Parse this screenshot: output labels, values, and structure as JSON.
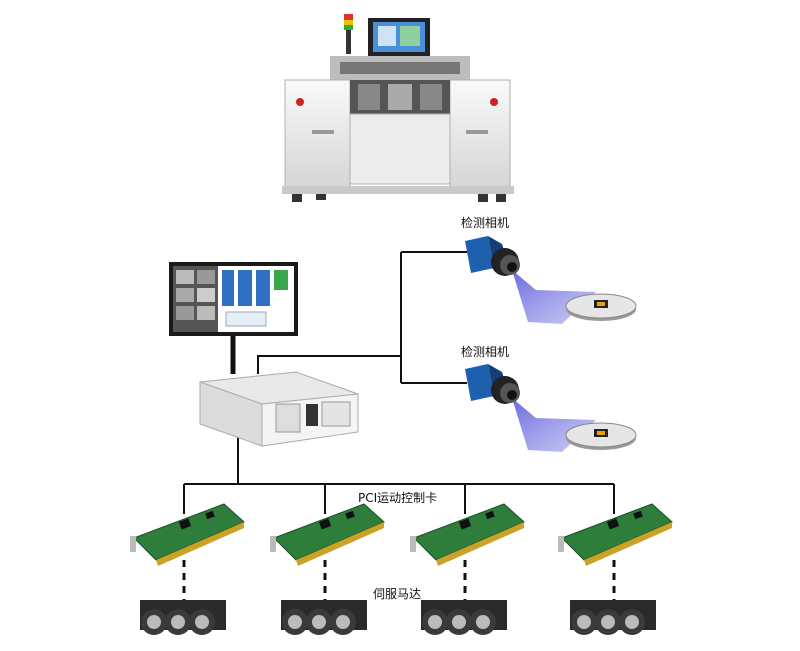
{
  "labels": {
    "camera_top": "检测相机",
    "camera_bottom": "检测相机",
    "motion_card": "PCI运动控制卡",
    "servo_motor": "伺服马达"
  },
  "colors": {
    "line": "#111111",
    "camera_body": "#1e5fb0",
    "light_beam": "#7b7be0",
    "card_pcb": "#2e7d3a",
    "motor_body": "#2a2a2a",
    "machine_body": "#f2f2f2",
    "monitor_screen": "#2f6fc4"
  },
  "icons": {
    "machine": "inspection-machine-icon",
    "monitor": "monitor-icon",
    "ipc": "industrial-pc-icon",
    "camera": "industrial-camera-icon",
    "card": "pci-card-icon",
    "motor": "servo-motor-icon"
  }
}
